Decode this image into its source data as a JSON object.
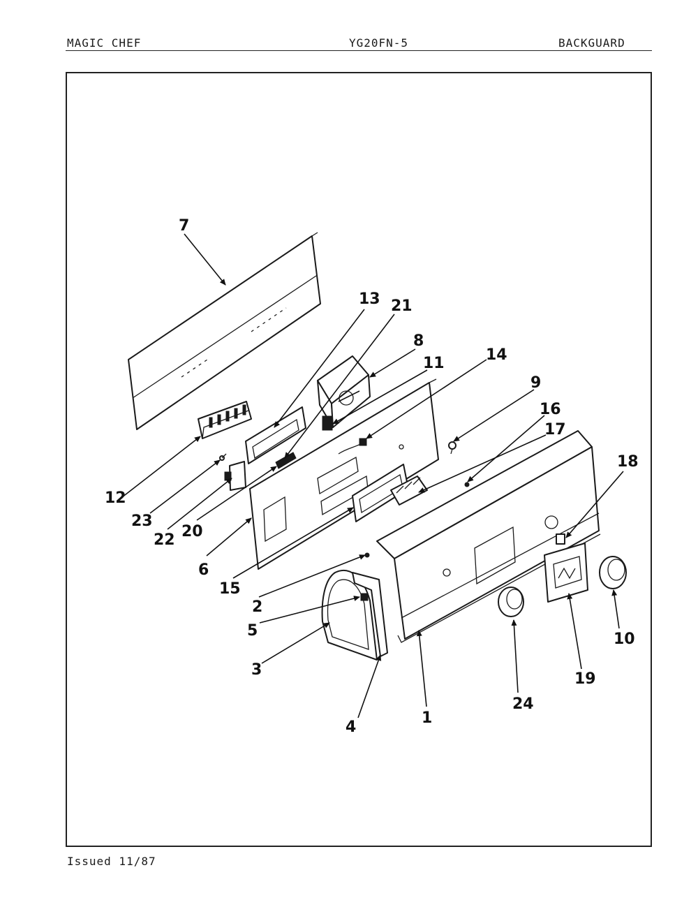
{
  "header": {
    "brand": "MAGIC CHEF",
    "model": "YG20FN-5",
    "section": "BACKGUARD"
  },
  "footer": {
    "issued": "Issued 11/87"
  },
  "callouts": [
    {
      "id": "7",
      "label": "7"
    },
    {
      "id": "13",
      "label": "13"
    },
    {
      "id": "21",
      "label": "21"
    },
    {
      "id": "8",
      "label": "8"
    },
    {
      "id": "11",
      "label": "11"
    },
    {
      "id": "14",
      "label": "14"
    },
    {
      "id": "9",
      "label": "9"
    },
    {
      "id": "16",
      "label": "16"
    },
    {
      "id": "17",
      "label": "17"
    },
    {
      "id": "18",
      "label": "18"
    },
    {
      "id": "12",
      "label": "12"
    },
    {
      "id": "23",
      "label": "23"
    },
    {
      "id": "22",
      "label": "22"
    },
    {
      "id": "20",
      "label": "20"
    },
    {
      "id": "6",
      "label": "6"
    },
    {
      "id": "15",
      "label": "15"
    },
    {
      "id": "2",
      "label": "2"
    },
    {
      "id": "5",
      "label": "5"
    },
    {
      "id": "3",
      "label": "3"
    },
    {
      "id": "4",
      "label": "4"
    },
    {
      "id": "1",
      "label": "1"
    },
    {
      "id": "24",
      "label": "24"
    },
    {
      "id": "19",
      "label": "19"
    },
    {
      "id": "10",
      "label": "10"
    }
  ]
}
